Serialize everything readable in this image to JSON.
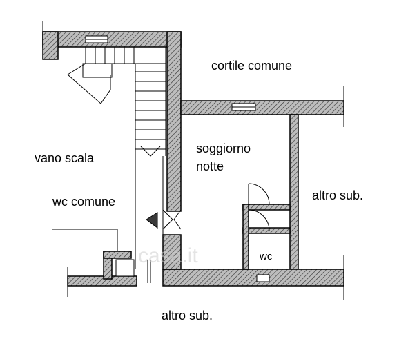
{
  "labels": {
    "cortile": "cortile comune",
    "soggiorno": "soggiorno",
    "notte": "notte",
    "vano_scala": "vano scala",
    "wc_comune": "wc comune",
    "altro_sub_right": "altro sub.",
    "wc": "wc",
    "altro_sub_bottom": "altro sub."
  },
  "watermark": "casa.it",
  "colors": {
    "wall_fill": "#8a8a8a",
    "line": "#000000",
    "background": "#ffffff"
  }
}
